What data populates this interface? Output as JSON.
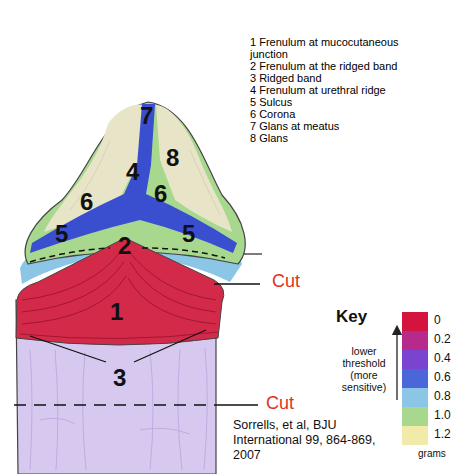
{
  "diagram": {
    "labels": [
      "7",
      "8",
      "4",
      "6",
      "6",
      "5",
      "2",
      "5",
      "1",
      "3",
      "1 Frenulum at mucocutaneous junction",
      "2 Frenulum at the ridged band",
      "3 Ridged band",
      "4 Frenulum at urethral ridge",
      "5 Sulcus",
      "6 Corona",
      "7 Glans at meatus",
      "8 Glans",
      "Cut",
      "Cut",
      "Key",
      "lower threshold (more sensitive)",
      "grams",
      "Sorrells, et al, BJU International 99, 864-869, 2007"
    ],
    "legend": [
      {
        "text": "0",
        "color": "#d4143e"
      },
      {
        "text": "0.2",
        "color": "#b62a8c"
      },
      {
        "text": "0.4",
        "color": "#7a44d0"
      },
      {
        "text": "0.6",
        "color": "#4a66d8"
      },
      {
        "text": "0.8",
        "color": "#8cc6e6"
      },
      {
        "text": "1.0",
        "color": "#a8d88e"
      },
      {
        "text": "1.2",
        "color": "#f2eaa8"
      }
    ]
  }
}
